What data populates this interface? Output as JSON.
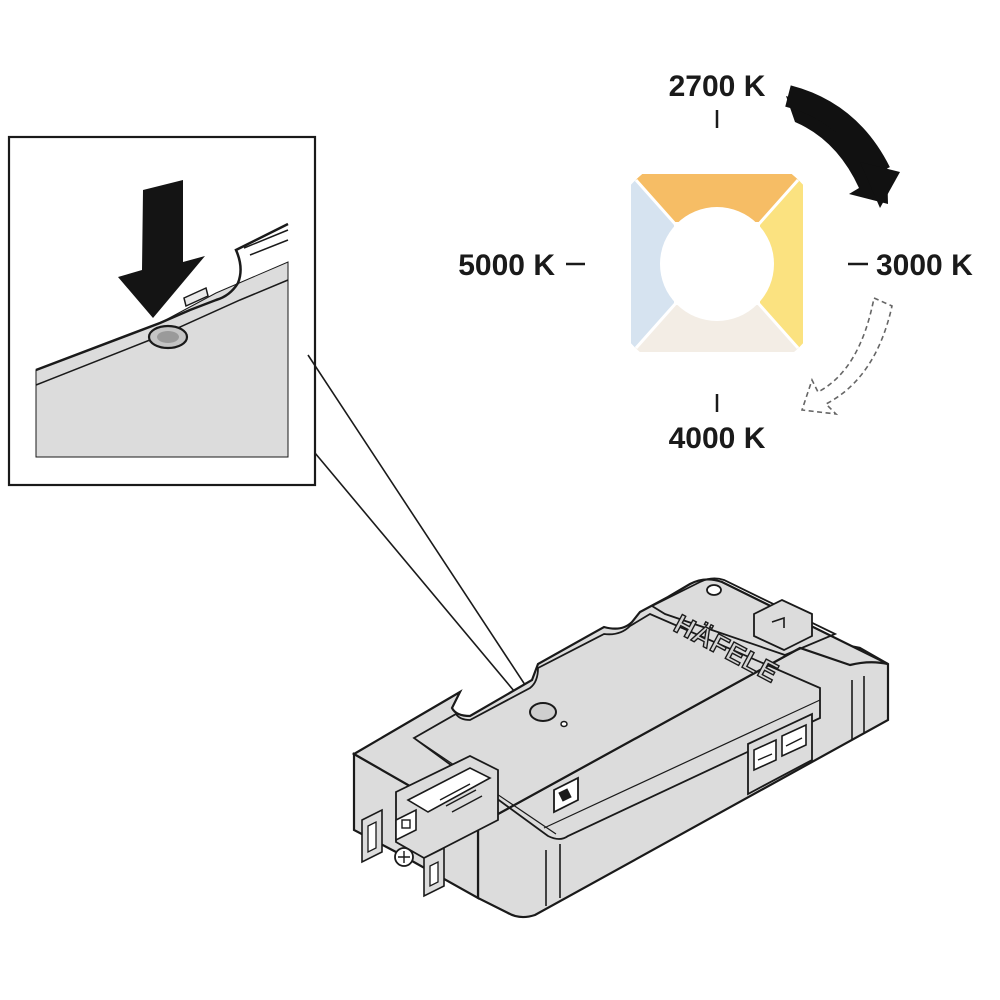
{
  "color_wheel": {
    "segments": [
      {
        "label": "2700 K",
        "color": "#f6bd65"
      },
      {
        "label": "3000 K",
        "color": "#fbe280"
      },
      {
        "label": "4000 K",
        "color": "#f3ede5"
      },
      {
        "label": "5000 K",
        "color": "#d6e3f0"
      }
    ],
    "primary_direction": "clockwise",
    "secondary_direction": "clockwise"
  },
  "device": {
    "brand": "HÄFELE",
    "body_color": "#dcdcdc",
    "line_color": "#1a1a1a"
  },
  "detail_view": {
    "pointer": "press-arrow",
    "target": "push-button"
  }
}
